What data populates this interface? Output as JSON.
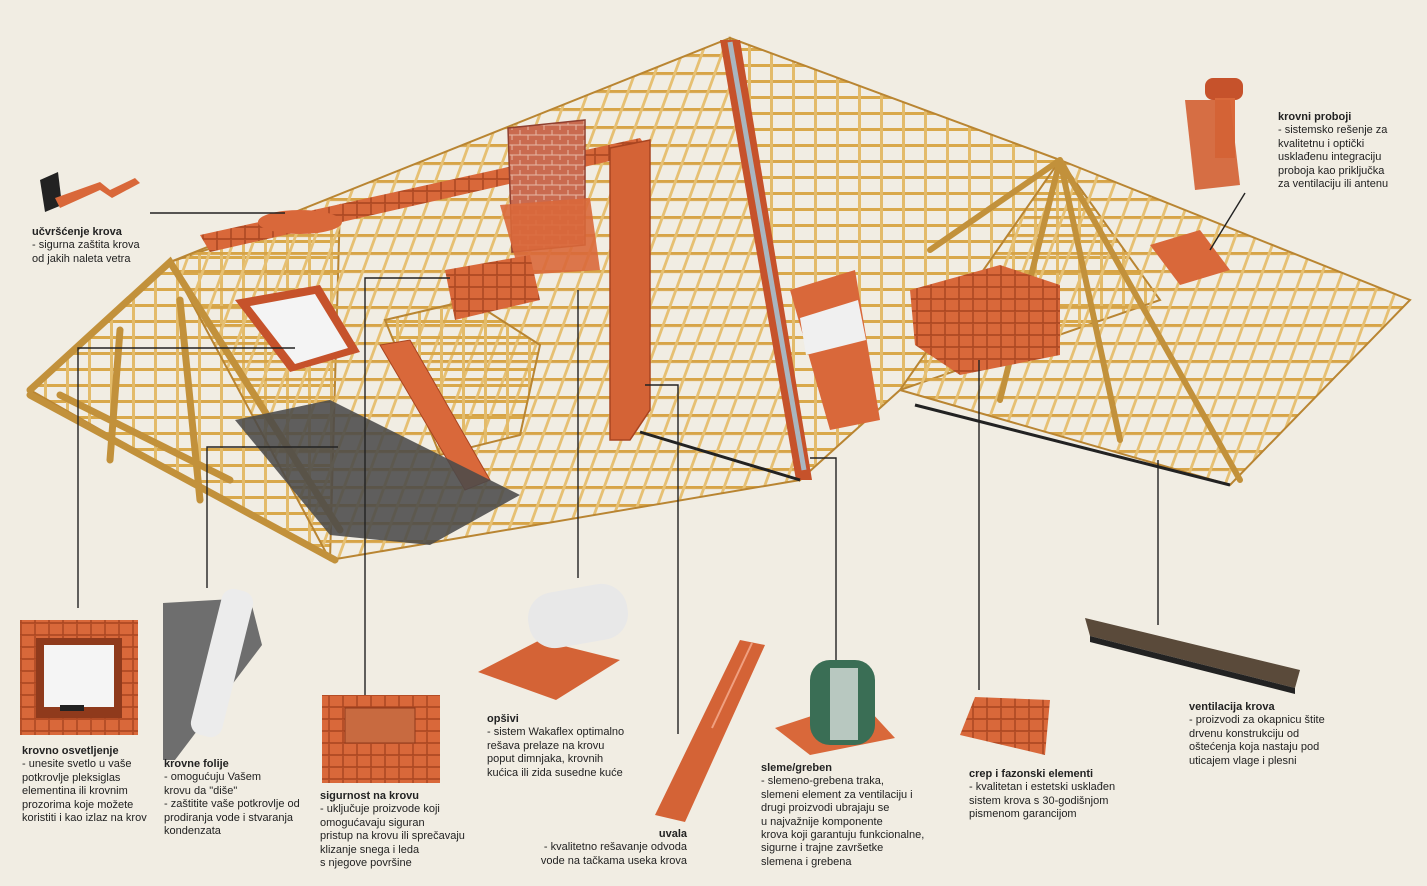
{
  "colors": {
    "background": "#f1ede3",
    "timber": "#e0b45a",
    "timber_dark": "#b98532",
    "tile": "#d9683a",
    "tile_dark": "#a84420",
    "brick": "#c96a4f",
    "membrane": "#4a4a4a",
    "line": "#222222"
  },
  "callouts": {
    "ucvrscenje": {
      "title": "učvršćenje krova",
      "desc": "- sigurna zaštita krova\nod jakih naleta vetra"
    },
    "krovni_proboji": {
      "title": "krovni proboji",
      "desc": "- sistemsko rešenje za\nkvalitetnu i optički\nusklađenu integraciju\nproboja kao priključka\nza ventilaciju ili antenu"
    },
    "krovno_osvetljenje": {
      "title": "krovno osvetljenje",
      "desc": "- unesite svetlo u vaše\npotkrovlje pleksiglas\nelementina ili krovnim\nprozorima koje možete\nkoristiti i kao izlaz na krov"
    },
    "krovne_folije": {
      "title": "krovne folije",
      "desc": "- omogućuju Vašem\nkrovu da \"diše\"\n- zaštitite vaše potkrovlje od\nprodiranja vode i stvaranja\nkondenzata"
    },
    "sigurnost": {
      "title": "sigurnost na krovu",
      "desc": "- uključuje proizvode koji\nomogućavaju siguran\npristup na krovu ili sprečavaju\nklizanje snega i leda\ns njegove površine"
    },
    "opsivi": {
      "title": "opšivi",
      "desc": "- sistem Wakaflex optimalno\nrešava prelaze na krovu\npoput dimnjaka, krovnih\nkućica ili zida susedne kuće"
    },
    "uvala": {
      "title": "uvala",
      "desc": "- kvalitetno rešavanje odvoda\nvode na tačkama useka krova"
    },
    "sleme": {
      "title": "sleme/greben",
      "desc": "- slemeno-grebena traka,\nslemeni element za ventilaciju i\ndrugi proizvodi ubrajaju se\nu najvažnije komponente\nkrova koji garantuju funkcionalne,\nsigurne i trajne završetke\nslemena i grebena"
    },
    "crep": {
      "title": "crep i fazonski elementi",
      "desc": "- kvalitetan i estetski usklađen\nsistem krova s 30-godišnjom\npismenom garancijom"
    },
    "ventilacija": {
      "title": "ventilacija krova",
      "desc": "- proizvodi za okapnicu štite\ndrvenu konstrukciju od\noštećenja koja nastaju pod\nuticajem vlage i plesni"
    }
  },
  "icons": [
    "clip-icon",
    "roof-vent-icon",
    "roof-window-icon",
    "membrane-roll-icon",
    "snow-guard-icon",
    "flashing-roll-icon",
    "valley-icon",
    "ridge-roll-icon",
    "tile-icon",
    "eaves-vent-icon"
  ]
}
